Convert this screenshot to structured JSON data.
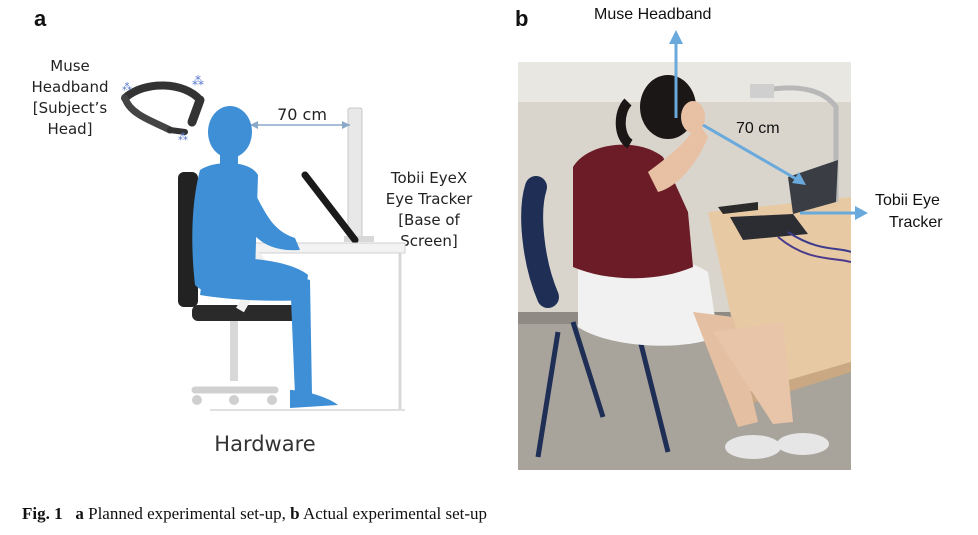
{
  "panel_a": {
    "letter": "a",
    "headband_label": [
      "Muse",
      "Headband",
      "[Subject’s",
      "Head]"
    ],
    "distance_label": "70 cm",
    "tracker_label": [
      "Tobii EyeX",
      "Eye Tracker",
      "[Base of",
      "Screen]"
    ],
    "hardware_label": "Hardware"
  },
  "panel_b": {
    "letter": "b",
    "headband_label": "Muse Headband",
    "distance_label": "70 cm",
    "tracker_label": [
      "Tobii Eye",
      "Tracker"
    ]
  },
  "caption": {
    "fig": "Fig. 1",
    "a": "a",
    "a_text": " Planned experimental set-up, ",
    "b": "b",
    "b_text": " Actual experimental set-up"
  },
  "colors": {
    "body_blue": "#3f8fd6",
    "arrow_blue": "#6aa9dc"
  }
}
